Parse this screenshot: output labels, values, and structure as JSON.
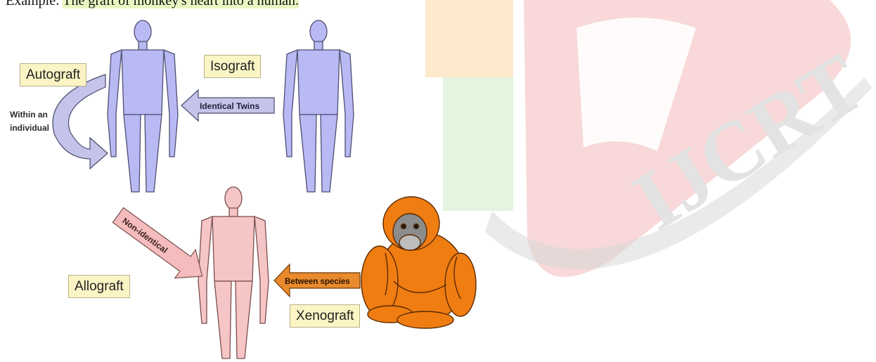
{
  "caption": {
    "prefix": "Example: ",
    "highlighted": "The graft of monkey's heart into a human."
  },
  "labels": {
    "autograft": "Autograft",
    "isograft": "Isograft",
    "allograft": "Allograft",
    "xenograft": "Xenograft"
  },
  "arrows": {
    "identical_twins": "Identical Twins",
    "non_identical": "Non-identical",
    "between_species": "Between species",
    "within_line1": "Within an",
    "within_line2": "individual"
  },
  "watermark": {
    "text": "IJCRT"
  },
  "colors": {
    "human_figure": "#b9b9f4",
    "recipient_figure": "#f6c5c5",
    "ape": "#f07d12",
    "arrow_blue": "#c4c4ea",
    "arrow_pink": "#f4bcbc",
    "arrow_orange": "#e98a2c",
    "label_box": "#fbf4c4",
    "watermark_red": "#f6cece",
    "watermark_orange": "#fde6c4",
    "watermark_green": "#e1f3dc"
  }
}
